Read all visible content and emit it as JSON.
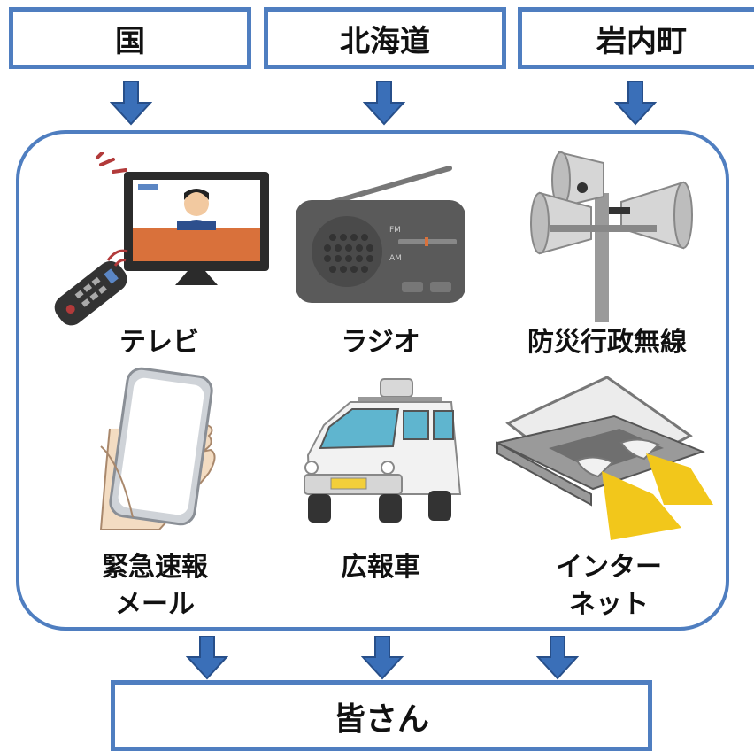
{
  "sources": [
    "国",
    "北海道",
    "岩内町"
  ],
  "media": [
    {
      "label": "テレビ",
      "icon": "tv-icon"
    },
    {
      "label": "ラジオ",
      "icon": "radio-icon"
    },
    {
      "label": "防災行政無線",
      "icon": "loudspeaker-icon"
    },
    {
      "label_lines": [
        "緊急速報",
        "メール"
      ],
      "icon": "smartphone-icon"
    },
    {
      "label": "広報車",
      "icon": "van-icon"
    },
    {
      "label_lines": [
        "インター",
        "ネット"
      ],
      "icon": "laptop-icon"
    }
  ],
  "radio_bands": [
    "FM",
    "AM"
  ],
  "destination": "皆さん",
  "colors": {
    "frame": "#4f7ec0",
    "arrow": "#3a6fb8"
  }
}
